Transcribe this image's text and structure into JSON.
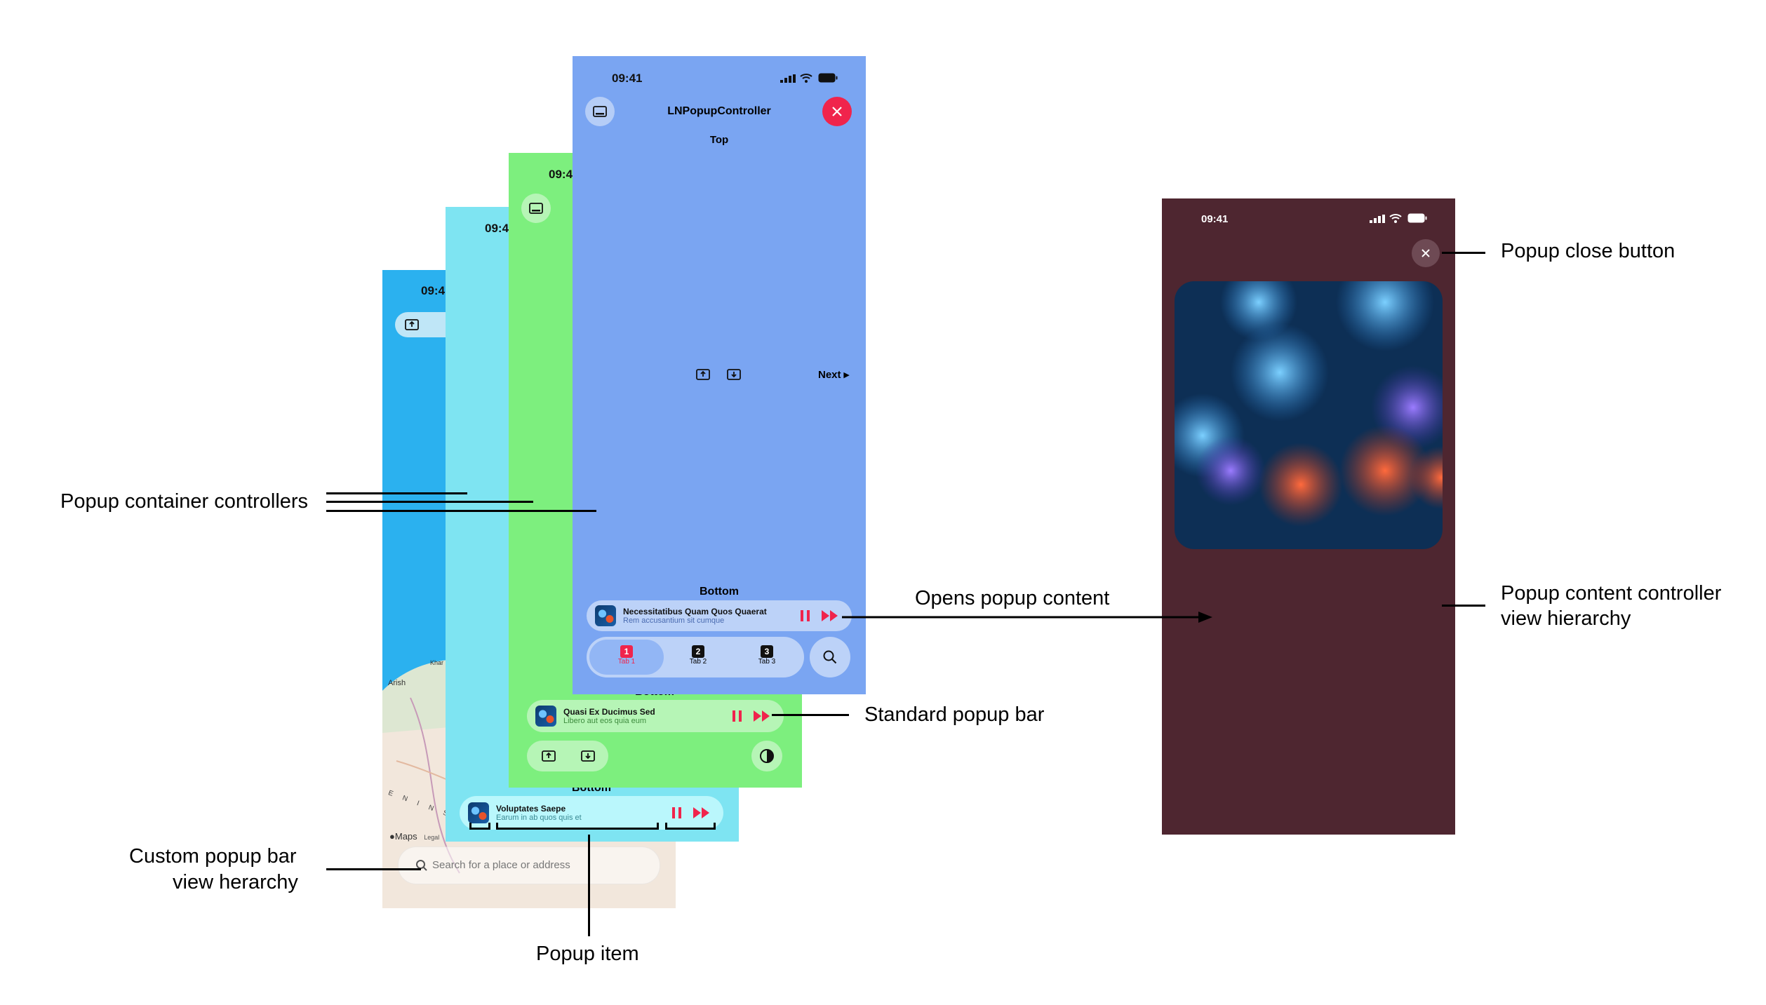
{
  "labels": {
    "container_controllers": "Popup container controllers",
    "custom_bar_1": "Custom popup bar",
    "custom_bar_2": "view herarchy",
    "popup_item": "Popup item",
    "standard_bar": "Standard popup bar",
    "opens_content": "Opens popup content",
    "close_button": "Popup close button",
    "content_controller_1": "Popup content controller",
    "content_controller_2": "view hierarchy"
  },
  "maps_screen": {
    "time": "09:4",
    "map_labels": [
      "Arish",
      "Khar",
      "E N I N S U"
    ],
    "maps_brand": "Maps",
    "legal": "Legal",
    "search_placeholder": "Search for a place or address",
    "colors": {
      "sea": "#2bb1ef",
      "land": "#f2e7dc"
    }
  },
  "cyan_screen": {
    "time": "09:4",
    "bottom_label": "Bottom",
    "popup_title": "Voluptates Saepe",
    "popup_subtitle": "Earum in ab quos quis et",
    "color": "#7ee4f2"
  },
  "green_screen": {
    "time": "09:4",
    "bottom_label": "Bottom",
    "popup_title": "Quasi Ex Ducimus Sed",
    "popup_subtitle": "Libero aut eos quia eum",
    "color": "#7def7e"
  },
  "blue_screen": {
    "time": "09:41",
    "title": "LNPopupController",
    "top_label": "Top",
    "next_label": "Next ▸",
    "bottom_label": "Bottom",
    "popup_title": "Necessitatibus Quam Quos Quaerat",
    "popup_subtitle": "Rem accusantium sit cumque",
    "tabs": [
      {
        "badge": "1",
        "label": "Tab 1",
        "selected": true
      },
      {
        "badge": "2",
        "label": "Tab 2",
        "selected": false
      },
      {
        "badge": "3",
        "label": "Tab 3",
        "selected": false
      }
    ],
    "color": "#7aa5f2"
  },
  "content_screen": {
    "time": "09:41",
    "color": "#4e2630",
    "icons": [
      "close-icon",
      "artwork-image"
    ]
  },
  "accent_color": "#f0244c"
}
